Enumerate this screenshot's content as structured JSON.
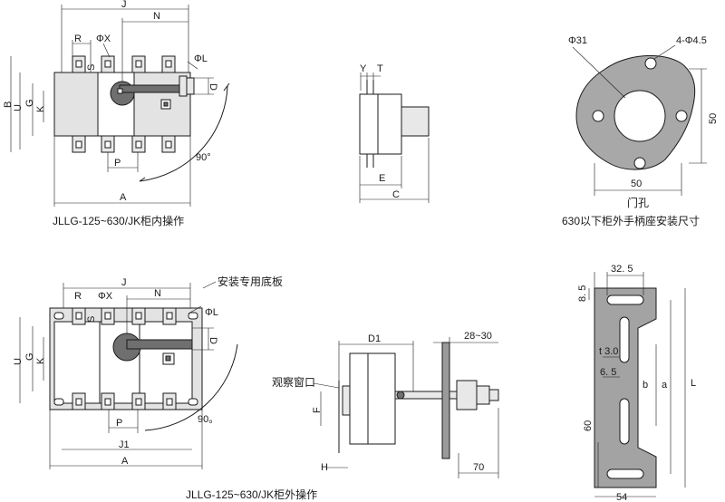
{
  "captions": {
    "top_left": "JLLG-125~630/JK柜内操作",
    "top_right": "630以下柜外手柄座安装尺寸",
    "door_hole": "门孔",
    "bottom_left": "JLLG-125~630/JK柜外操作",
    "mount_plate": "安装专用底板",
    "window": "观察窗口"
  },
  "dims_top_left": {
    "J": "J",
    "N": "N",
    "R": "R",
    "PhiX": "ΦX",
    "S": "S",
    "PhiL": "ΦL",
    "D": "D",
    "B": "B",
    "U": "U",
    "G": "G",
    "K": "K",
    "P": "P",
    "A": "A",
    "angle": "90°"
  },
  "dims_side_top": {
    "Y": "Y",
    "T": "T",
    "E": "E",
    "C": "C"
  },
  "dims_hole": {
    "phi31": "Φ31",
    "holes": "4-Φ4.5",
    "h50": "50",
    "w50": "50"
  },
  "dims_bottom_left": {
    "J": "J",
    "N": "N",
    "R": "R",
    "PhiX": "ΦX",
    "S": "S",
    "PhiL": "ΦL",
    "D": "D",
    "U": "U",
    "G": "G",
    "K": "K",
    "P": "P",
    "J1": "J1",
    "A": "A",
    "angle": "90。"
  },
  "dims_side_bottom": {
    "D1": "D1",
    "door": "28~30",
    "F": "F",
    "H": "H",
    "len70": "70"
  },
  "dims_plate": {
    "w325": "32. 5",
    "d85": "8. 5",
    "t30": "t 3.0",
    "d65": "6. 5",
    "b": "b",
    "a": "a",
    "L": "L",
    "d60": "60",
    "w54": "54"
  }
}
